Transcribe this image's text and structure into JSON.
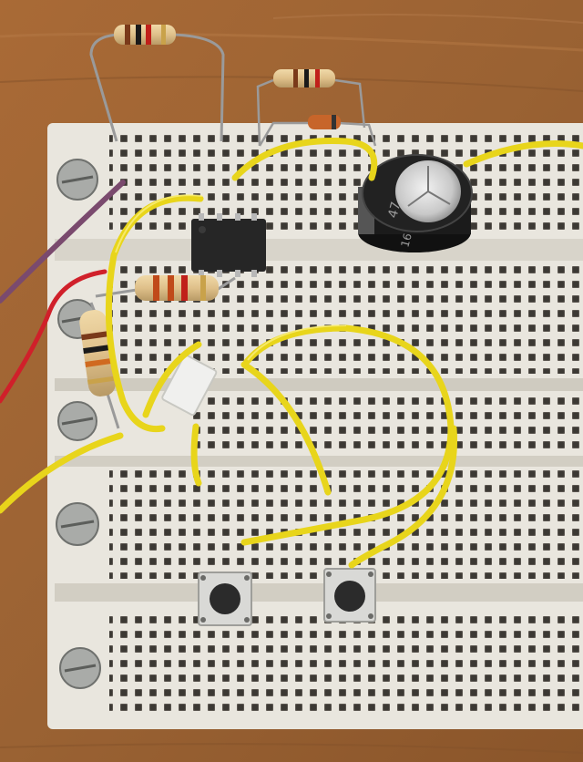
{
  "capacitor": {
    "marking": "47",
    "voltage_mark": "16"
  },
  "colors": {
    "table": "#9a6233",
    "board": "#e9e6de",
    "hole": "#5b5650",
    "wire_yellow": "#e8d51b",
    "wire_red": "#d0202a",
    "wire_purple": "#7a4a6e",
    "chip": "#262626",
    "capacitor": "#1b1b1b"
  },
  "components": [
    {
      "name": "board",
      "type": "solderless breadboard",
      "sections": 5
    },
    {
      "name": "ic",
      "type": "8-pin DIP integrated circuit"
    },
    {
      "name": "resistors",
      "count": 5
    },
    {
      "name": "capacitor",
      "type": "electrolytic capacitor"
    },
    {
      "name": "push-buttons",
      "count": 2
    },
    {
      "name": "jumper-wires",
      "colors": [
        "yellow",
        "red",
        "purple"
      ]
    }
  ]
}
